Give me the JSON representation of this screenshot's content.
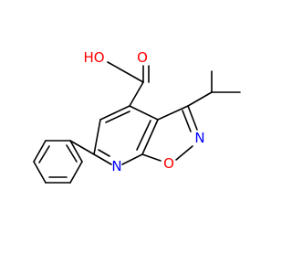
{
  "molecule": {
    "labels": {
      "hydroxyl": "HO",
      "carbonyl_oxygen": "O",
      "pyridine_nitrogen": "N",
      "isoxazole_nitrogen": "N",
      "isoxazole_oxygen": "O"
    },
    "colors": {
      "carbon_bond": "#000000",
      "oxygen": "#ff0000",
      "nitrogen": "#0000ff",
      "background": "#ffffff"
    }
  }
}
